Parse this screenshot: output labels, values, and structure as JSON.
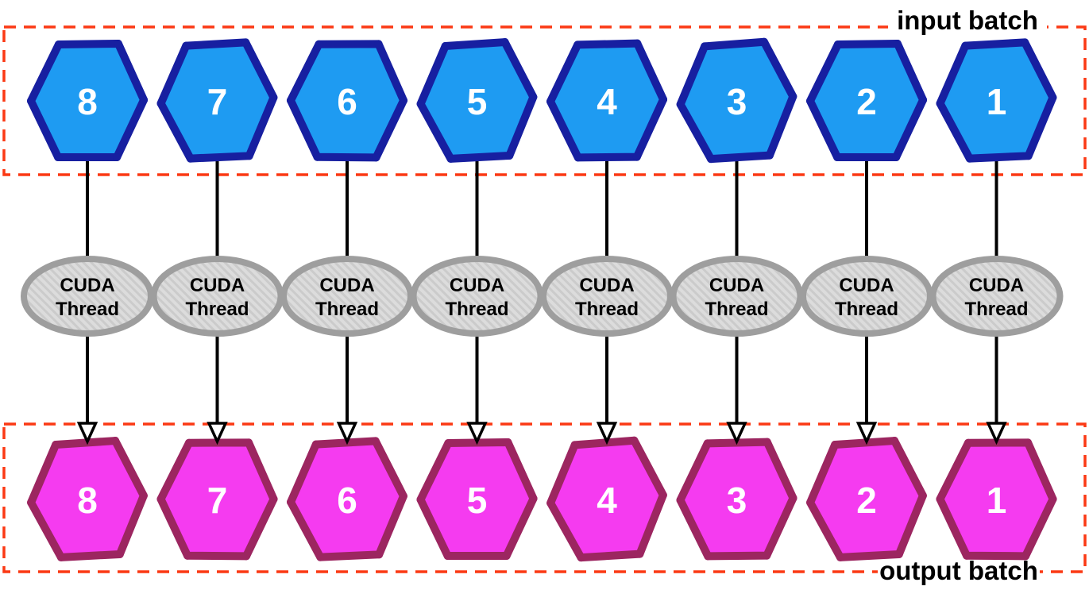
{
  "labels": {
    "input_batch": "input batch",
    "output_batch": "output batch"
  },
  "thread_node": {
    "line1": "CUDA",
    "line2": "Thread"
  },
  "columns": [
    {
      "input_value": "8",
      "output_value": "8"
    },
    {
      "input_value": "7",
      "output_value": "7"
    },
    {
      "input_value": "6",
      "output_value": "6"
    },
    {
      "input_value": "5",
      "output_value": "5"
    },
    {
      "input_value": "4",
      "output_value": "4"
    },
    {
      "input_value": "3",
      "output_value": "3"
    },
    {
      "input_value": "2",
      "output_value": "2"
    },
    {
      "input_value": "1",
      "output_value": "1"
    }
  ],
  "colors": {
    "input_hexagon_fill": "#1e9bf2",
    "input_hexagon_border": "#171fa0",
    "output_hexagon_fill": "#f53bf0",
    "output_hexagon_border": "#9c2660",
    "thread_node_fill": "#dcdcdc",
    "thread_node_border": "#9e9e9e",
    "batch_boundary": "#fb3914",
    "connector": "#000000",
    "number_text": "#ffffff",
    "label_text": "#000000"
  }
}
